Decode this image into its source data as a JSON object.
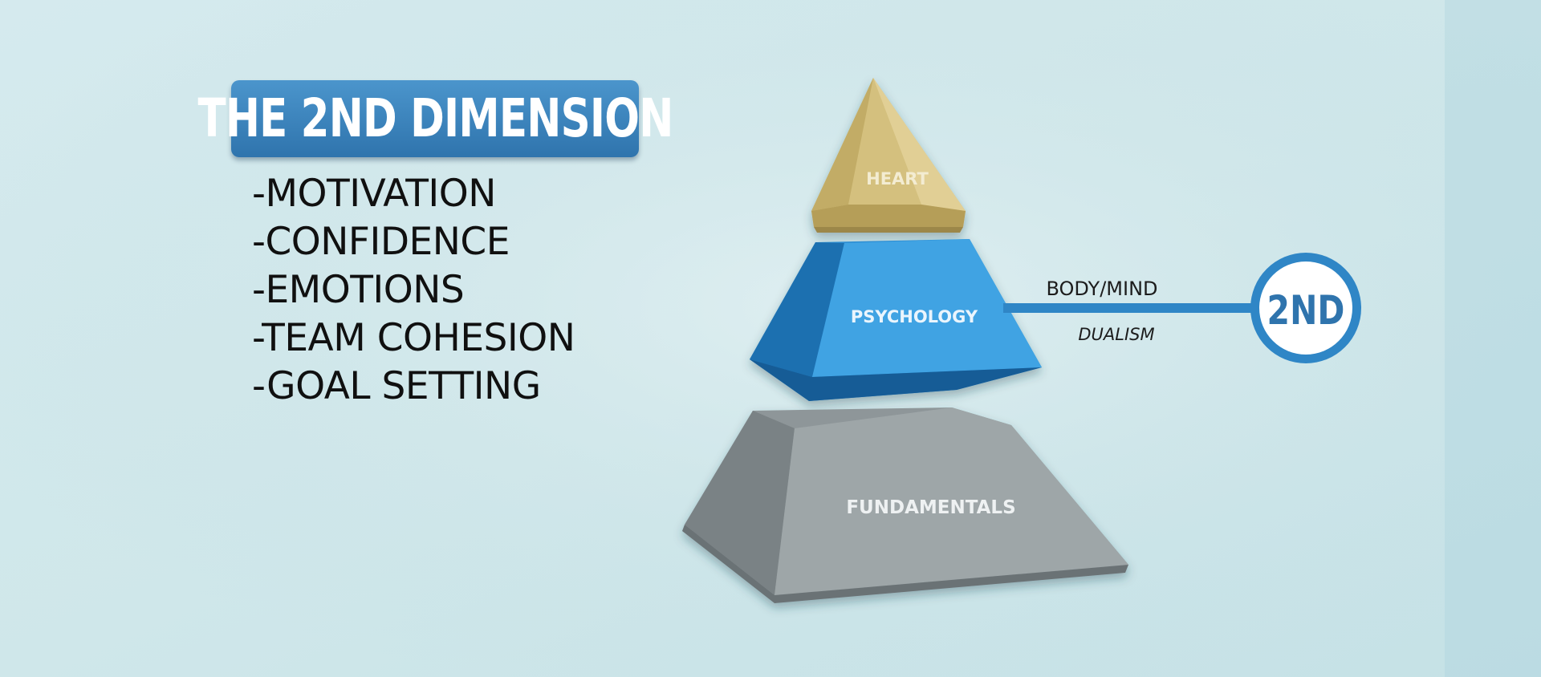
{
  "slide": {
    "title": "THE 2ND DIMENSION",
    "bullets": [
      "-MOTIVATION",
      "-CONFIDENCE",
      "-EMOTIONS",
      "-TEAM COHESION",
      "-GOAL SETTING"
    ]
  },
  "pyramid": {
    "tiers": [
      {
        "label": "HEART",
        "color": "#d4c07e"
      },
      {
        "label": "PSYCHOLOGY",
        "color": "#2d8ed3"
      },
      {
        "label": "FUNDAMENTALS",
        "color": "#8e9699"
      }
    ],
    "connector": {
      "label_top": "BODY/MIND",
      "label_bottom": "DUALISM",
      "badge": "2ND",
      "color": "#2f86c6"
    }
  },
  "colors": {
    "background": "#cfe6ea",
    "banner": "#3a84bf",
    "text_dark": "#101010"
  }
}
